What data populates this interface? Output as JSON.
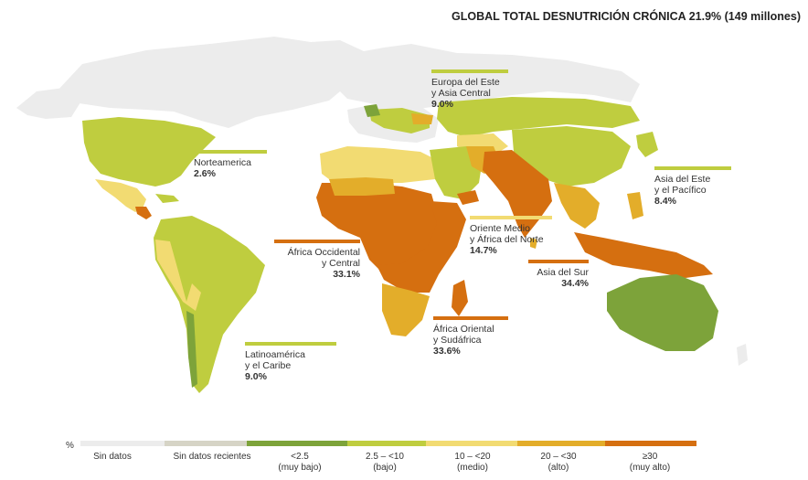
{
  "title": "GLOBAL TOTAL DESNUTRICIÓN CRÓNICA 21.9% (149 millones)",
  "colors": {
    "sin_datos": "#ececec",
    "sin_recientes": "#d6d4c6",
    "muy_bajo": "#7da33a",
    "bajo": "#bfcd3f",
    "medio": "#f2db72",
    "alto": "#e3ad2a",
    "muy_alto": "#d56f10"
  },
  "regions": [
    {
      "key": "na",
      "name": "Norteamerica",
      "value": "2.6%",
      "level": "bajo"
    },
    {
      "key": "eeca",
      "name_line1": "Europa del Este",
      "name_line2": "y Asia Central",
      "value": "9.0%",
      "level": "bajo"
    },
    {
      "key": "eap",
      "name_line1": "Asia del Este",
      "name_line2": "y el Pacífico",
      "value": "8.4%",
      "level": "bajo"
    },
    {
      "key": "mena",
      "name_line1": "Oriente Medio",
      "name_line2": "y África del Norte",
      "value": "14.7%",
      "level": "medio"
    },
    {
      "key": "wca",
      "name_line1": "África Occidental",
      "name_line2": "y Central",
      "value": "33.1%",
      "level": "muy_alto"
    },
    {
      "key": "sa",
      "name": "Asia del Sur",
      "value": "34.4%",
      "level": "muy_alto"
    },
    {
      "key": "esa",
      "name_line1": "África Oriental",
      "name_line2": "y Sudáfrica",
      "value": "33.6%",
      "level": "muy_alto"
    },
    {
      "key": "lac",
      "name_line1": "Latinoamérica",
      "name_line2": "y el Caribe",
      "value": "9.0%",
      "level": "bajo"
    }
  ],
  "legend": {
    "unit": "%",
    "items": [
      {
        "label": "Sin datos",
        "sub": ""
      },
      {
        "label": "Sin datos recientes",
        "sub": ""
      },
      {
        "label": "<2.5",
        "sub": "(muy bajo)"
      },
      {
        "label": "2.5 – <10",
        "sub": "(bajo)"
      },
      {
        "label": "10 – <20",
        "sub": "(medio)"
      },
      {
        "label": "20 – <30",
        "sub": "(alto)"
      },
      {
        "label": "≥30",
        "sub": "(muy alto)"
      }
    ]
  }
}
